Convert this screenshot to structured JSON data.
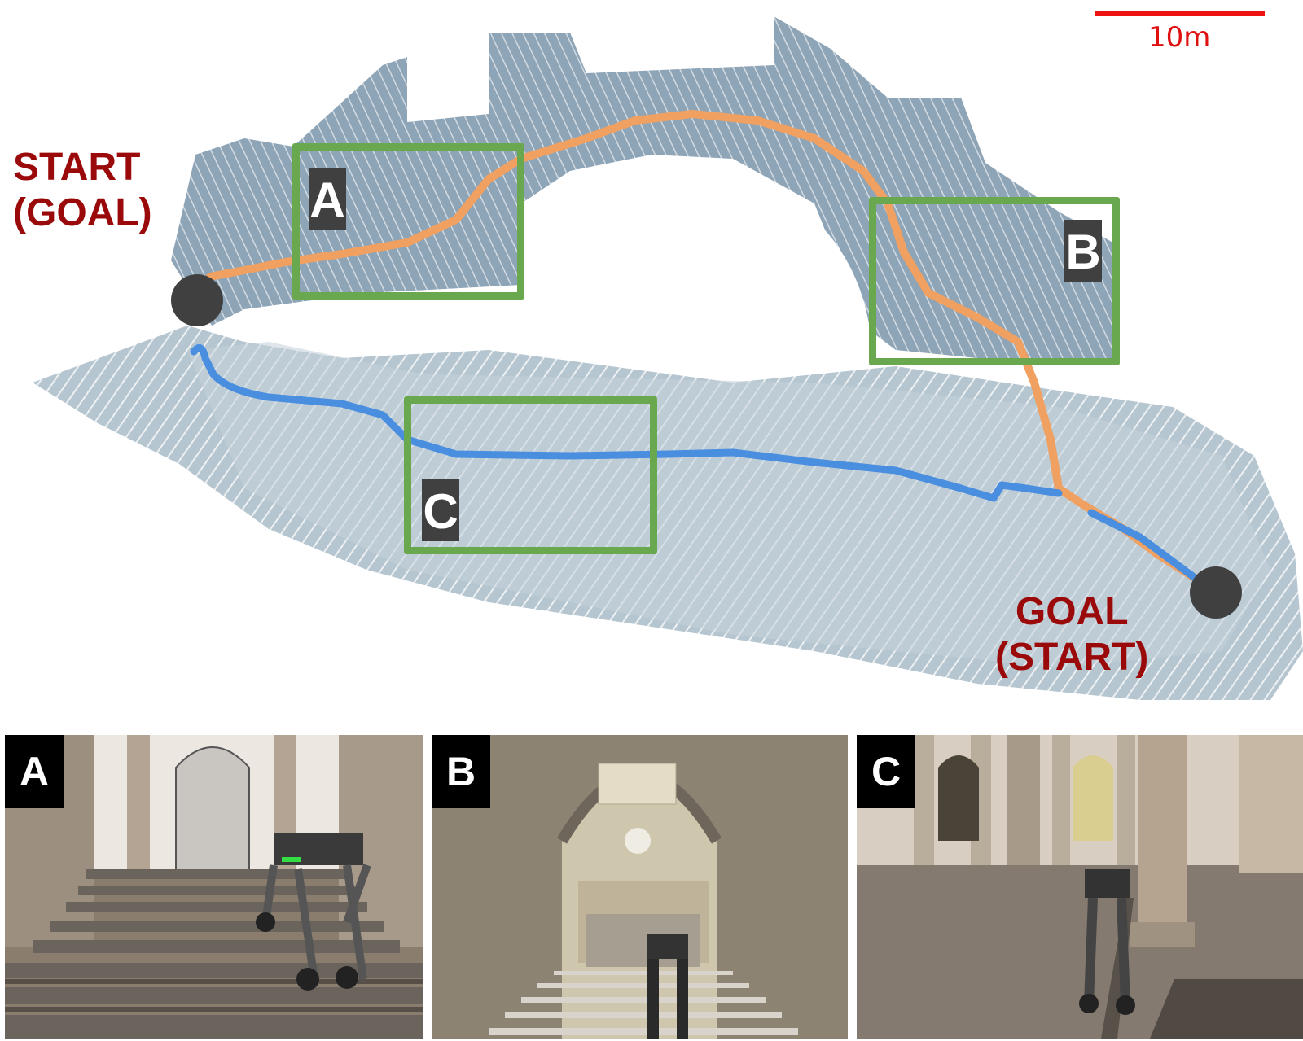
{
  "figure": {
    "scale_bar": {
      "label": "10m",
      "color": "#ee1111"
    },
    "endpoints": {
      "start": {
        "line1": "START",
        "line2": "(GOAL)",
        "color": "#9b0a0a"
      },
      "goal": {
        "line1": "GOAL",
        "line2": "(START)",
        "color": "#9b0a0a"
      }
    },
    "paths": [
      {
        "name": "orange-trajectory",
        "color": "#f0a060"
      },
      {
        "name": "blue-trajectory",
        "color": "#4a8ee0"
      }
    ],
    "regions": [
      {
        "label": "A"
      },
      {
        "label": "B"
      },
      {
        "label": "C"
      }
    ],
    "photos": [
      {
        "label": "A",
        "scene": "Legged-wheeled robot climbing a stone staircase"
      },
      {
        "label": "B",
        "scene": "Robot descending stairs through an arched passage"
      },
      {
        "label": "C",
        "scene": "Robot driving on tiled floor in a columned hall"
      }
    ],
    "colors": {
      "map": "#8fa5b8",
      "map_light": "#c2d0d8",
      "roi_box": "#6aa84f",
      "endpoint_marker": "#404040"
    }
  }
}
